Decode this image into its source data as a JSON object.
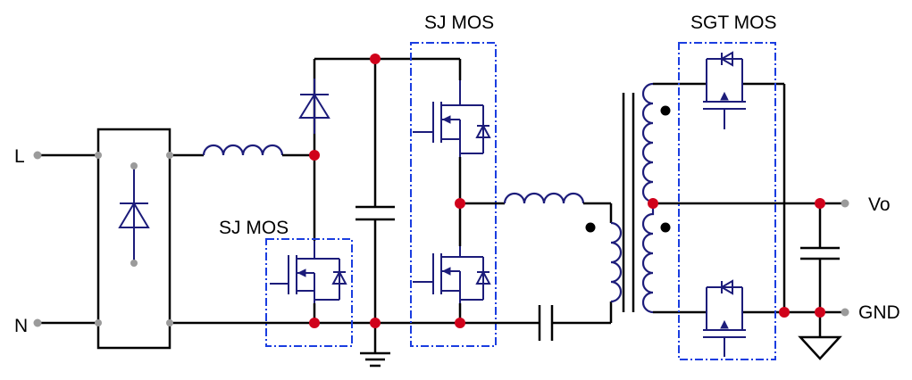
{
  "labels": {
    "input_l": "L",
    "input_n": "N",
    "pfc_switch": "SJ MOS",
    "llc_switches": "SJ MOS",
    "sync_rect": "SGT MOS",
    "output": "Vo",
    "ground": "GND"
  },
  "colors": {
    "wire": "#000000",
    "device": "#1c1c7a",
    "dashed_box": "#1a3de0",
    "junction": "#d0021b",
    "terminal": "#9b9b9b"
  }
}
